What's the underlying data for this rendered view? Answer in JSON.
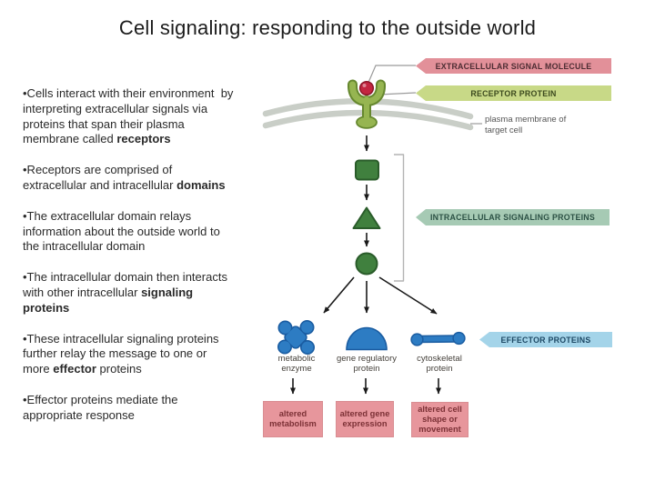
{
  "title": "Cell signaling: responding to the outside world",
  "bullets": [
    {
      "lines": [
        [
          {
            "t": "•Cells interact with their environment  by"
          }
        ],
        [
          {
            "t": "interpreting extracellular signals via"
          }
        ],
        [
          {
            "t": "proteins that span their plasma"
          }
        ],
        [
          {
            "t": "membrane called "
          },
          {
            "t": "receptors",
            "b": true
          }
        ]
      ]
    },
    {
      "lines": [
        [
          {
            "t": "•Receptors are comprised of"
          }
        ],
        [
          {
            "t": "extracellular and intracellular "
          },
          {
            "t": "domains",
            "b": true
          }
        ]
      ]
    },
    {
      "lines": [
        [
          {
            "t": "•The extracellular domain relays"
          }
        ],
        [
          {
            "t": "information about the outside world to"
          }
        ],
        [
          {
            "t": "the intracellular domain"
          }
        ]
      ]
    },
    {
      "lines": [
        [
          {
            "t": "•The intracellular domain then interacts"
          }
        ],
        [
          {
            "t": "with other intracellular "
          },
          {
            "t": "signaling",
            "b": true
          }
        ],
        [
          {
            "t": "proteins",
            "b": true
          }
        ]
      ]
    },
    {
      "lines": [
        [
          {
            "t": "•These intracellular signaling proteins"
          }
        ],
        [
          {
            "t": "further relay the message to one or"
          }
        ],
        [
          {
            "t": "more "
          },
          {
            "t": "effector",
            "b": true
          },
          {
            "t": " proteins"
          }
        ]
      ]
    },
    {
      "lines": [
        [
          {
            "t": "•Effector proteins mediate the"
          }
        ],
        [
          {
            "t": "appropriate response"
          }
        ]
      ]
    }
  ],
  "diagram": {
    "banners": {
      "signal": {
        "label": "EXTRACELLULAR SIGNAL MOLECULE"
      },
      "receptor": {
        "label": "RECEPTOR PROTEIN"
      },
      "intracellular": {
        "label": "INTRACELLULAR SIGNALING PROTEINS"
      },
      "effector": {
        "label": "EFFECTOR PROTEINS"
      }
    },
    "membrane_label": [
      "plasma membrane of",
      "target cell"
    ],
    "effectors": [
      {
        "label": [
          "metabolic",
          "enzyme"
        ],
        "outcome": [
          "altered",
          "metabolism"
        ]
      },
      {
        "label": [
          "gene regulatory",
          "protein"
        ],
        "outcome": [
          "altered gene",
          "expression"
        ]
      },
      {
        "label": [
          "cytoskeletal",
          "protein"
        ],
        "outcome": [
          "altered cell",
          "shape or",
          "movement"
        ]
      }
    ]
  },
  "colors": {
    "title-fg": "#1c1c1c",
    "body-fg": "#2a2a2a",
    "banner-pink-bg": "#e29099",
    "banner-pink-fg": "#4d2d33",
    "banner-green-bg": "#c8d987",
    "banner-green-fg": "#3c4a1e",
    "banner-seafoam-bg": "#a6cab4",
    "banner-seafoam-fg": "#2c5145",
    "banner-blue-bg": "#a4d4e9",
    "banner-blue-fg": "#1d4864",
    "membrane": "#c9cec7",
    "connector": "#9b9b9b",
    "bracket": "#b3b3b3",
    "receptor-light": "#96b551",
    "receptor-dark": "#66882f",
    "ball": "#c32540",
    "ball-dark": "#8c1729",
    "green-shape": "#40803e",
    "green-shape-dark": "#2a5c2a",
    "blue-shape": "#2d7cc3",
    "blue-shape-dark": "#1a5ca1",
    "arrow": "#1a1a1a",
    "plasma-label-fg": "#565656",
    "eff-label-fg": "#45413b",
    "pinkbox-bg": "#e7969c",
    "pinkbox-fg": "#7c3136"
  }
}
